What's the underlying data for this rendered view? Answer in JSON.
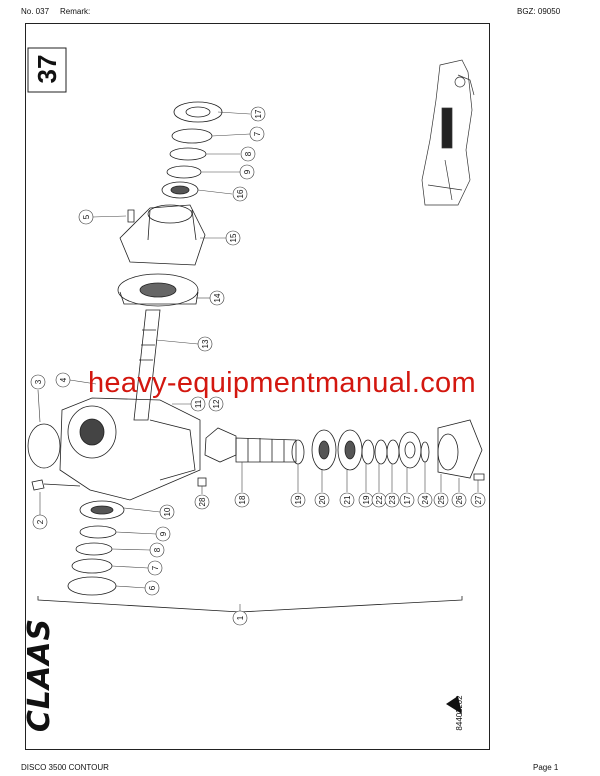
{
  "header": {
    "doc_no": "No. 037",
    "remark_label": "Remark:",
    "bgz": "BGZ: 09050"
  },
  "page_number": "37",
  "brand_logo": "CLAAS",
  "watermark": "heavy-equipmentmanual.com",
  "drawing_number": "84403z02",
  "footer": {
    "model": "DISCO 3500 CONTOUR",
    "page": "Page 1"
  },
  "callouts": {
    "c17": "17",
    "c7a": "7",
    "c8a": "8",
    "c9a": "9",
    "c16": "16",
    "c5": "5",
    "c15": "15",
    "c14": "14",
    "c13": "13",
    "c3": "3",
    "c4": "4",
    "c11": "11",
    "c12": "12",
    "c2": "2",
    "c10": "10",
    "c9b": "9",
    "c8b": "8",
    "c7b": "7",
    "c6": "6",
    "c28": "28",
    "c18": "18",
    "c19": "19",
    "c20": "20",
    "c21": "21",
    "c19b": "19",
    "c22": "22",
    "c23": "23",
    "c17b": "17",
    "c24": "24",
    "c25": "25",
    "c26": "26",
    "c27": "27",
    "c1": "1"
  }
}
